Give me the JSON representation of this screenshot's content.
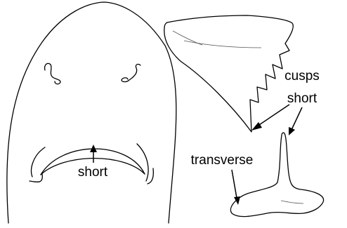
{
  "labels": {
    "mouth": "short",
    "cusps_line1": "cusps",
    "cusps_line2": "short",
    "root": "transverse"
  }
}
